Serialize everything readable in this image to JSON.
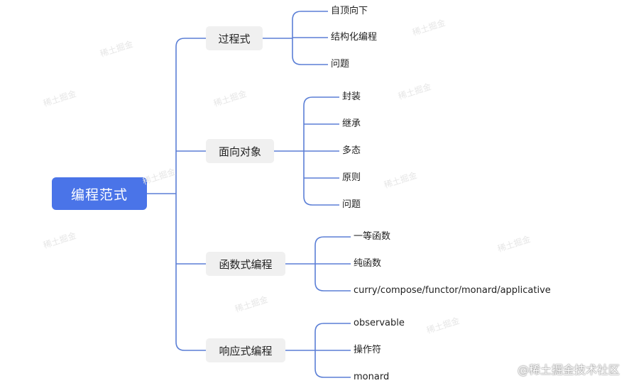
{
  "mindmap": {
    "root": "编程范式",
    "branches": [
      {
        "label": "过程式",
        "leaves": [
          "自顶向下",
          "结构化编程",
          "问题"
        ]
      },
      {
        "label": "面向对象",
        "leaves": [
          "封装",
          "继承",
          "多态",
          "原则",
          "问题"
        ]
      },
      {
        "label": "函数式编程",
        "leaves": [
          "一等函数",
          "纯函数",
          "curry/compose/functor/monard/applicative"
        ]
      },
      {
        "label": "响应式编程",
        "leaves": [
          "observable",
          "操作符",
          "monard"
        ]
      }
    ],
    "link_color": "#5b7fd6",
    "root_color": "#4a74e8",
    "branch_bg": "#f0f0f0"
  },
  "watermark_text": "稀土掘金",
  "credit": "@稀土掘金技术社区"
}
